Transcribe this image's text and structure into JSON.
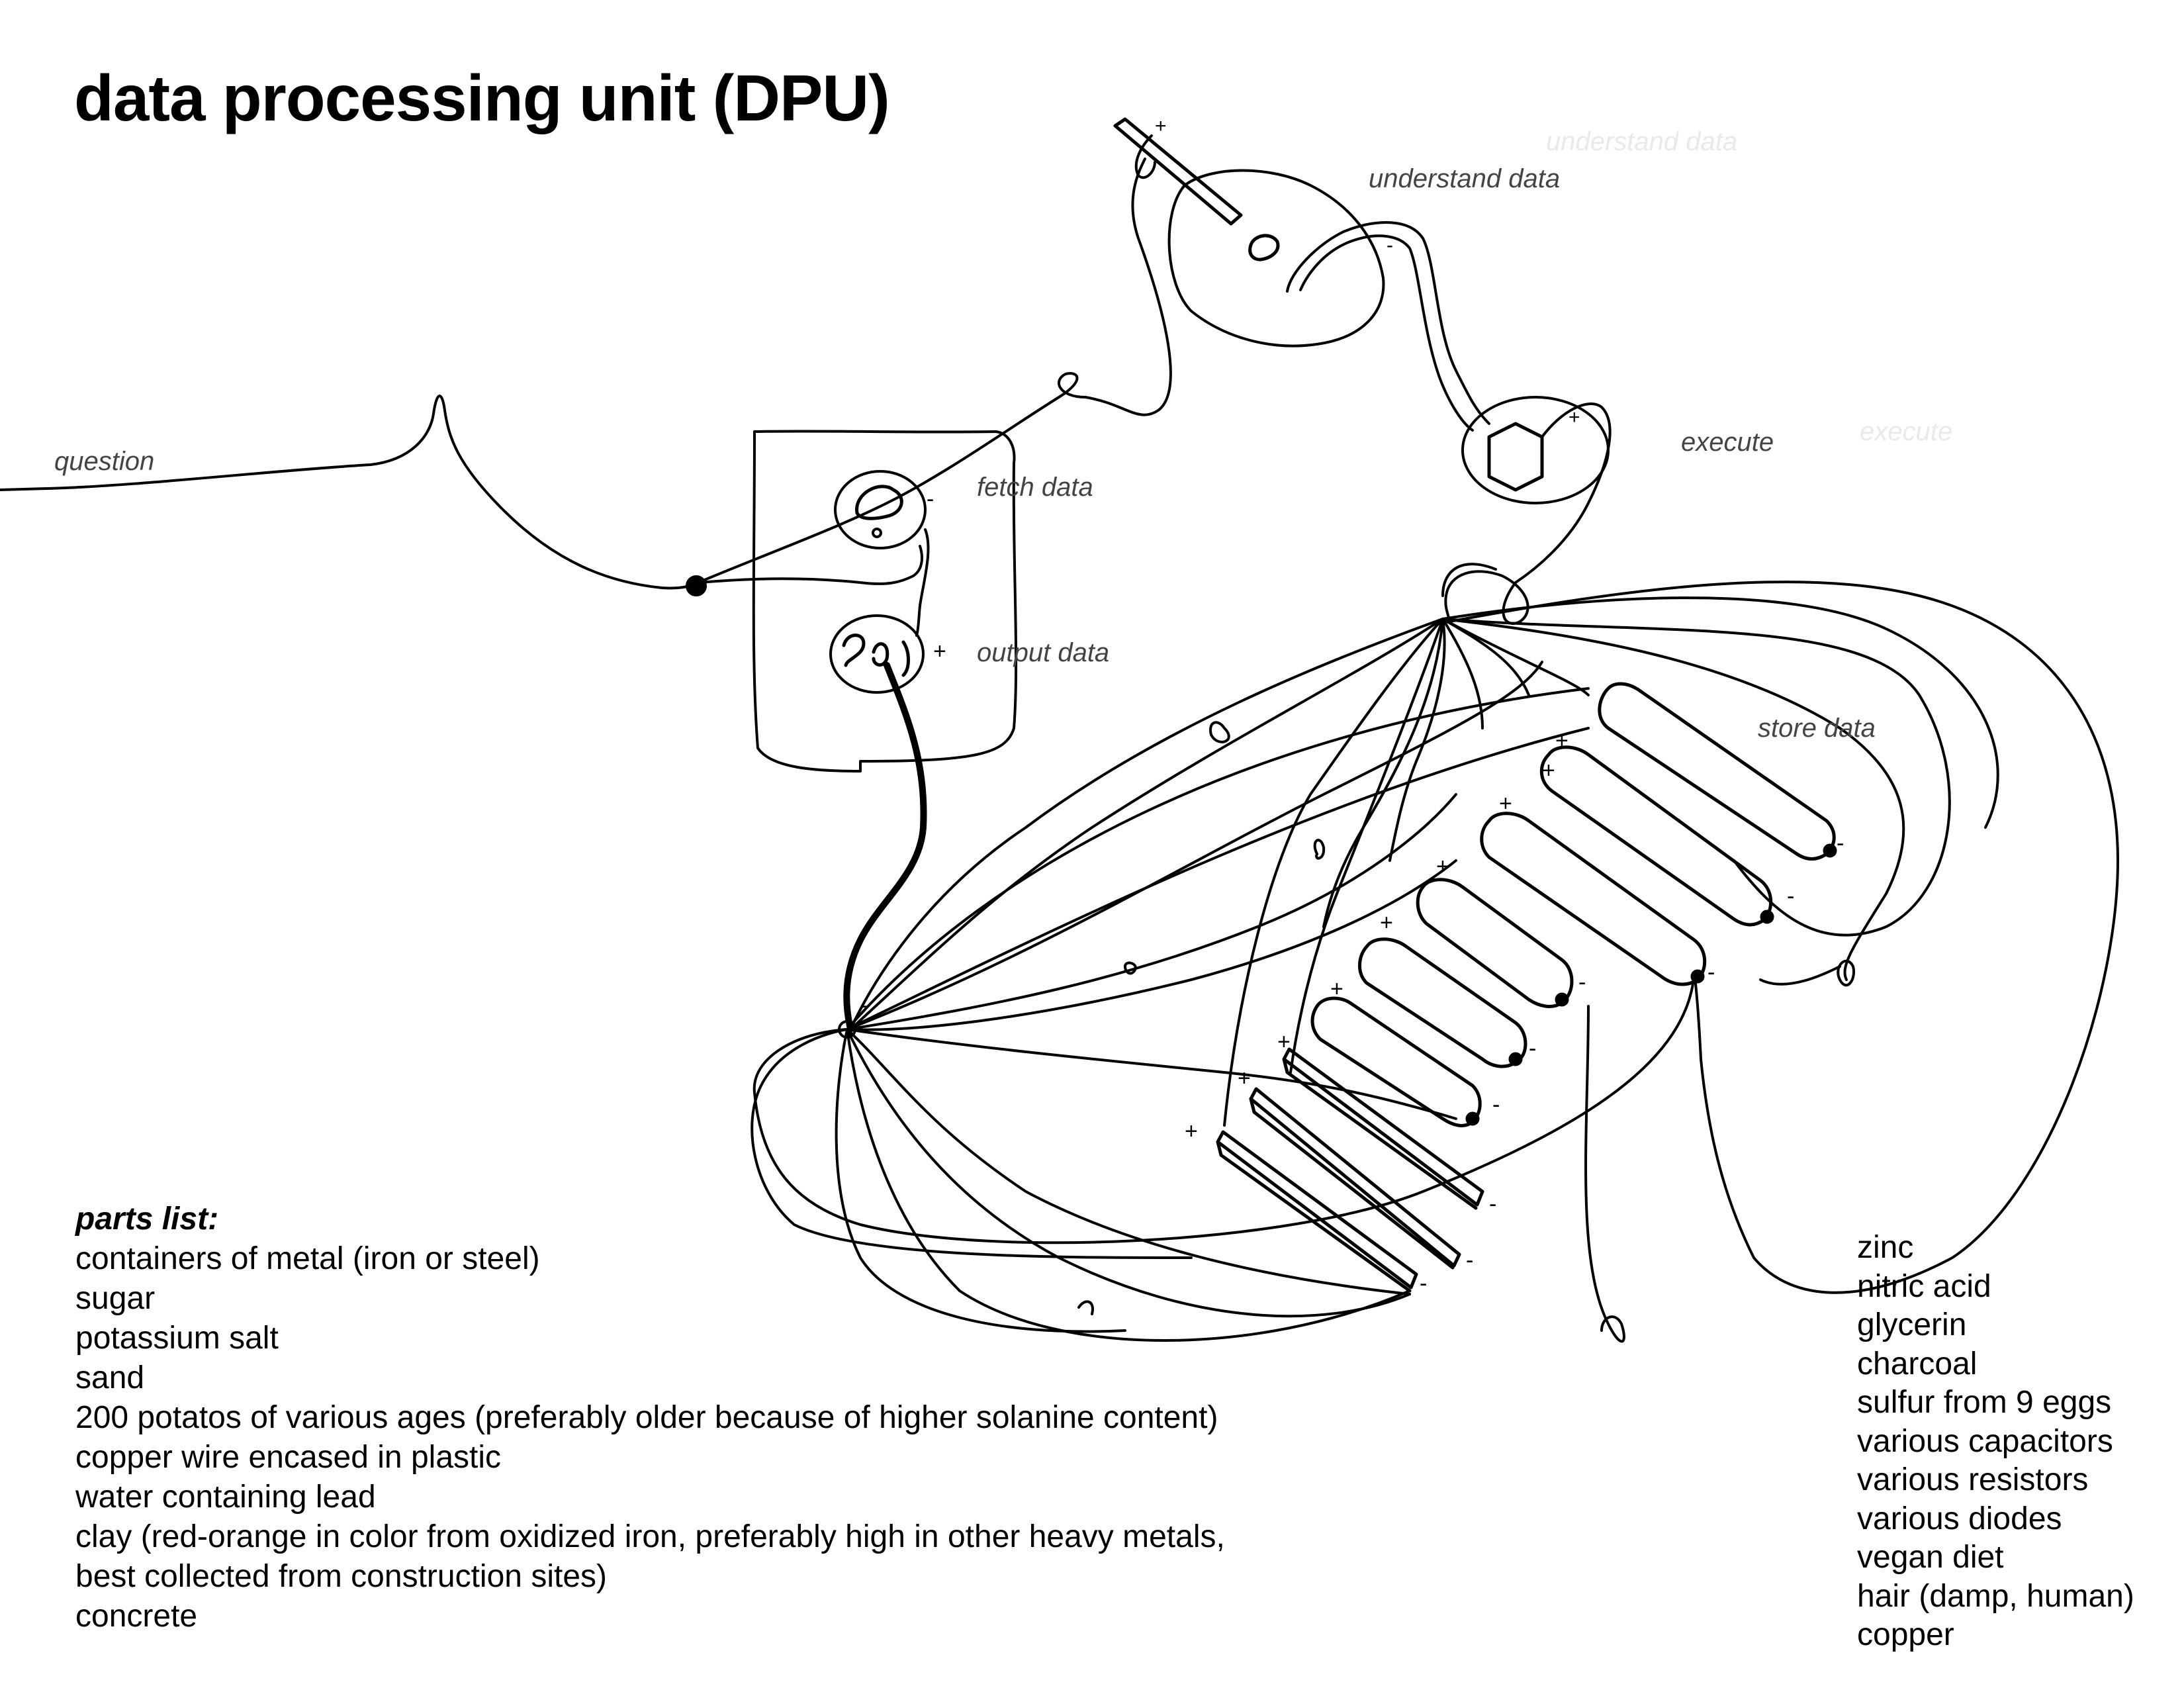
{
  "title": "data processing unit (DPU)",
  "labels": {
    "question": "question",
    "fetch_data": "fetch data",
    "output_data": "output data",
    "understand_data": "understand data",
    "understand_data_faint": "understand data",
    "execute": "execute",
    "execute_faint": "execute",
    "store_data": "store data"
  },
  "polarity": {
    "plus": "+",
    "minus": "-"
  },
  "parts_list": {
    "heading": "parts list:",
    "items": [
      "containers of metal (iron or steel)",
      "sugar",
      "potassium salt",
      "sand",
      "200 potatos of various ages (preferably older because of higher solanine content)",
      "copper wire encased in plastic",
      "water containing lead",
      "clay (red-orange in color from oxidized iron, preferably high in other heavy metals,",
      "best collected from construction sites)",
      "concrete"
    ],
    "items2": [
      "zinc",
      "nitric acid",
      "glycerin",
      "charcoal",
      "sulfur from 9 eggs",
      "various capacitors",
      "various resistors",
      "various diodes",
      "vegan diet",
      "hair (damp, human)",
      "copper"
    ]
  }
}
